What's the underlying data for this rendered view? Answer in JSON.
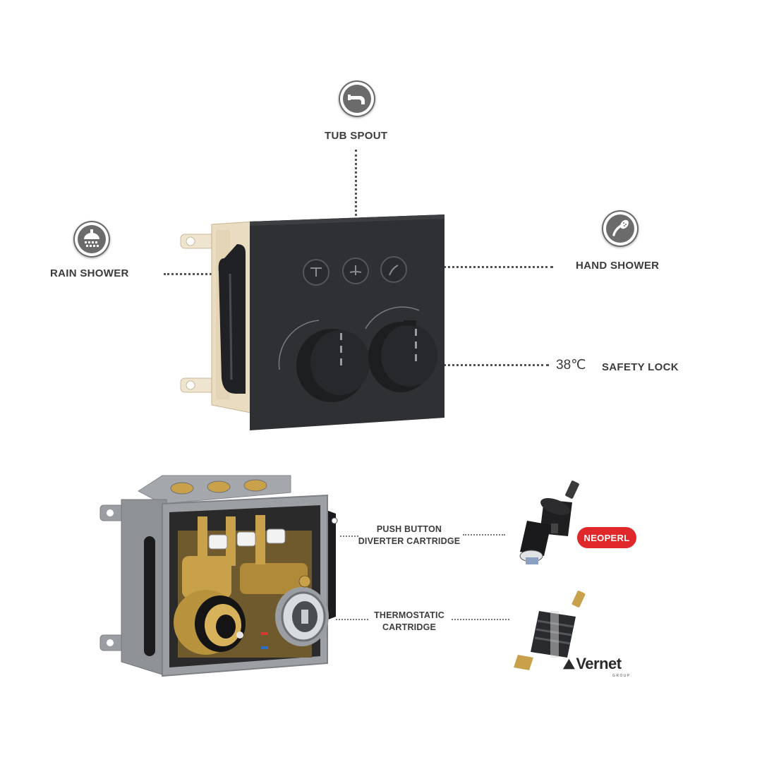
{
  "labels": {
    "tub_spout": "TUB SPOUT",
    "rain_shower": "RAIN SHOWER",
    "hand_shower": "HAND SHOWER",
    "temperature": "38℃",
    "safety_lock": "SAFETY LOCK",
    "push_button_line1": "PUSH BUTTON",
    "push_button_line2": "DIVERTER CARTRIDGE",
    "thermostatic_line1": "THERMOSTATIC",
    "thermostatic_line2": "CARTRIDGE"
  },
  "brands": {
    "neoperl": "NEOPERL",
    "vernet": "Vernet",
    "vernet_sub": "GROUP"
  },
  "icons": {
    "tub_spout": "tub-spout-icon",
    "rain_shower": "rain-shower-icon",
    "hand_shower": "hand-shower-icon"
  },
  "colors": {
    "plate": "#2f3033",
    "neoperl_red": "#e0282a",
    "brass": "#c8a14a",
    "box_grey": "#8e9296"
  }
}
